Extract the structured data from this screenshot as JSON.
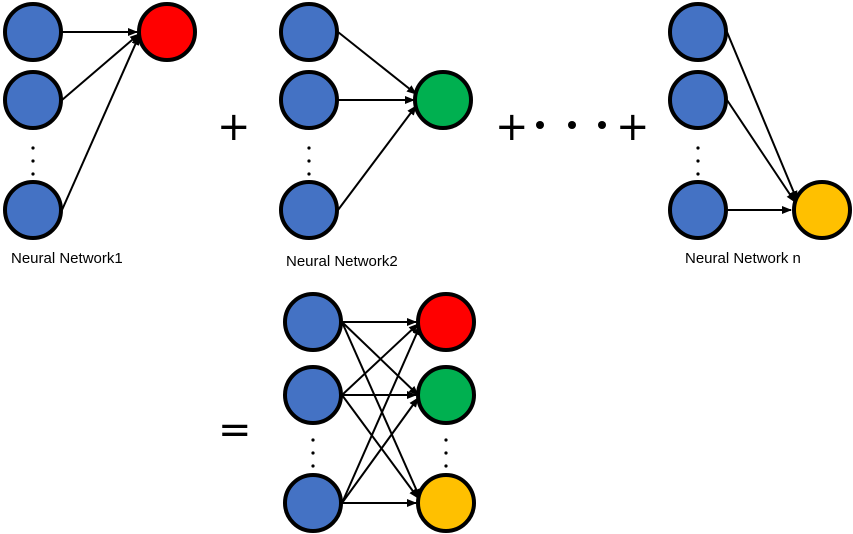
{
  "colors": {
    "input": "#4472C4",
    "output_1": "#FF0000",
    "output_2": "#00B050",
    "output_n": "#FFC000"
  },
  "labels": {
    "network_1": "Neural Network1",
    "network_2": "Neural Network2",
    "network_n": "Neural Network n"
  },
  "operators": {
    "plus": "+",
    "ellipsis_plus": "+",
    "equals": "="
  }
}
